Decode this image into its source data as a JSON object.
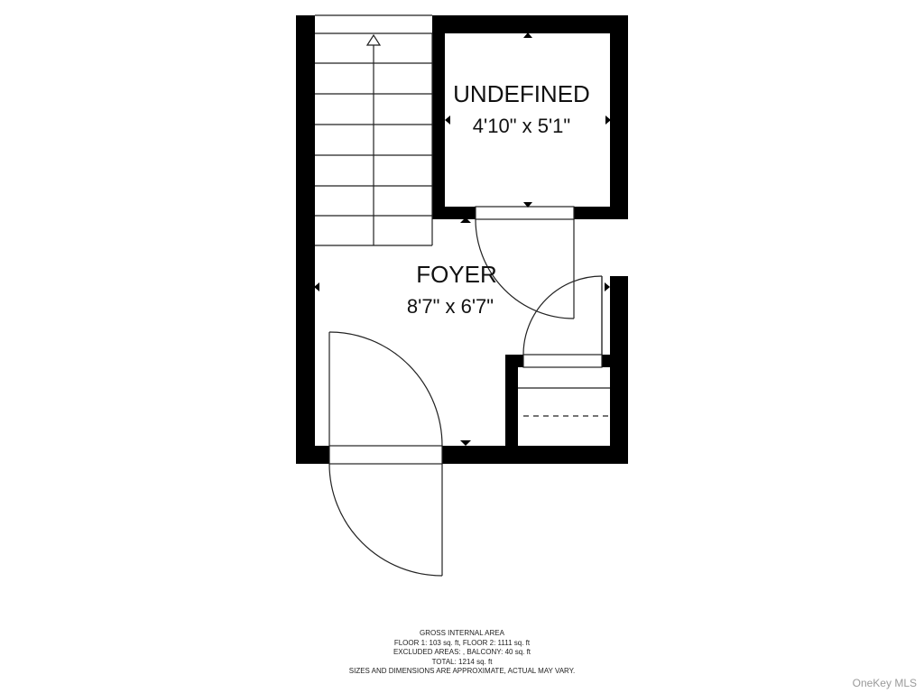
{
  "rooms": {
    "undefined": {
      "name": "UNDEFINED",
      "dimensions": "4'10\" x 5'1\""
    },
    "foyer": {
      "name": "FOYER",
      "dimensions": "8'7\" x 6'7\""
    }
  },
  "summary": {
    "heading": "GROSS INTERNAL AREA",
    "floor_areas": "FLOOR 1: 103 sq. ft, FLOOR 2: 1111 sq. ft",
    "excluded": "EXCLUDED AREAS: , BALCONY: 40 sq. ft",
    "total": "TOTAL: 1214 sq. ft",
    "disclaimer": "SIZES AND DIMENSIONS ARE APPROXIMATE, ACTUAL MAY VARY."
  },
  "watermark": "OneKey MLS",
  "colors": {
    "wall": "#000000",
    "background": "#ffffff",
    "line": "#222222"
  }
}
